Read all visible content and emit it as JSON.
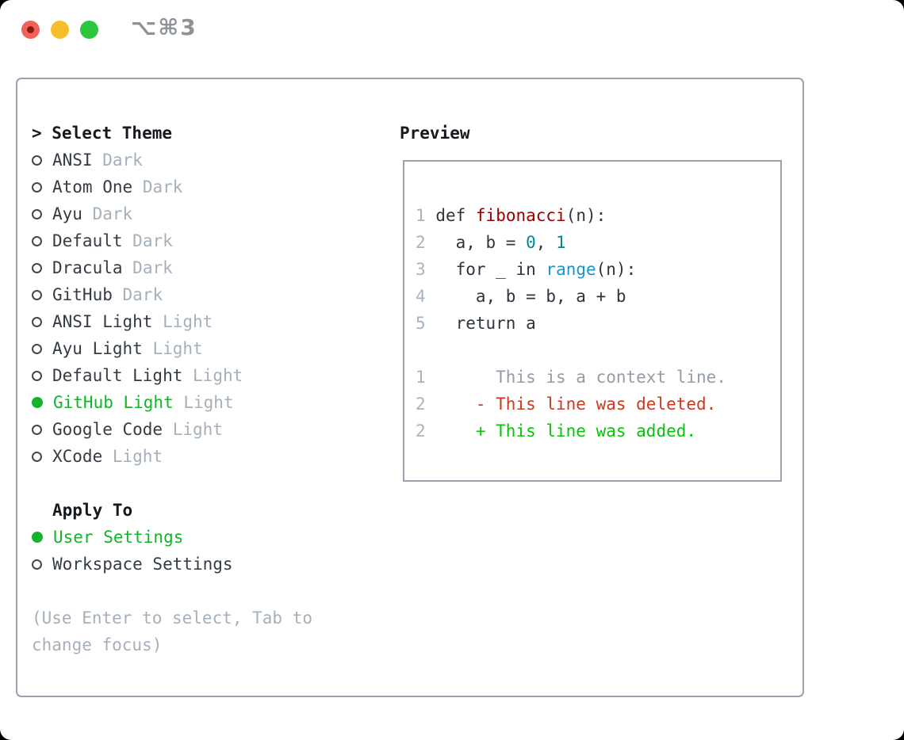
{
  "window": {
    "title_shortcut": "⌥⌘3",
    "traffic_lights": [
      "close",
      "minimize",
      "zoom"
    ]
  },
  "theme_panel": {
    "header": {
      "prompt": ">",
      "label": "Select Theme",
      "prompt_and_label": "> Select Theme"
    },
    "themes": [
      {
        "name": "ANSI",
        "tag": "Dark",
        "selected": false
      },
      {
        "name": "Atom One",
        "tag": "Dark",
        "selected": false
      },
      {
        "name": "Ayu",
        "tag": "Dark",
        "selected": false
      },
      {
        "name": "Default",
        "tag": "Dark",
        "selected": false
      },
      {
        "name": "Dracula",
        "tag": "Dark",
        "selected": false
      },
      {
        "name": "GitHub",
        "tag": "Dark",
        "selected": false
      },
      {
        "name": "ANSI Light",
        "tag": "Light",
        "selected": false
      },
      {
        "name": "Ayu Light",
        "tag": "Light",
        "selected": false
      },
      {
        "name": "Default Light",
        "tag": "Light",
        "selected": false
      },
      {
        "name": "GitHub Light",
        "tag": "Light",
        "selected": true
      },
      {
        "name": "Google Code",
        "tag": "Light",
        "selected": false
      },
      {
        "name": "XCode",
        "tag": "Light",
        "selected": false
      }
    ],
    "apply_to": {
      "label": "Apply To",
      "options": [
        {
          "label": "User Settings",
          "selected": true
        },
        {
          "label": "Workspace Settings",
          "selected": false
        }
      ]
    },
    "hint": "(Use Enter to select, Tab to change focus)"
  },
  "preview": {
    "label": "Preview",
    "code_lines": [
      {
        "num": "1",
        "segments": [
          {
            "t": " ",
            "c": "plain"
          },
          {
            "t": "def",
            "c": "keyword"
          },
          {
            "t": " ",
            "c": "plain"
          },
          {
            "t": "fibonacci",
            "c": "function"
          },
          {
            "t": "(n):",
            "c": "plain"
          }
        ]
      },
      {
        "num": "2",
        "segments": [
          {
            "t": "   a, b = ",
            "c": "plain"
          },
          {
            "t": "0",
            "c": "number"
          },
          {
            "t": ", ",
            "c": "plain"
          },
          {
            "t": "1",
            "c": "number"
          }
        ]
      },
      {
        "num": "3",
        "segments": [
          {
            "t": "   ",
            "c": "plain"
          },
          {
            "t": "for",
            "c": "keyword"
          },
          {
            "t": " _ ",
            "c": "plain"
          },
          {
            "t": "in",
            "c": "keyword"
          },
          {
            "t": " ",
            "c": "plain"
          },
          {
            "t": "range",
            "c": "builtin"
          },
          {
            "t": "(n):",
            "c": "plain"
          }
        ]
      },
      {
        "num": "4",
        "segments": [
          {
            "t": "     a, b = b, a + b",
            "c": "plain"
          }
        ]
      },
      {
        "num": "5",
        "segments": [
          {
            "t": "   ",
            "c": "plain"
          },
          {
            "t": "return",
            "c": "keyword"
          },
          {
            "t": " a",
            "c": "plain"
          }
        ]
      }
    ],
    "diff_lines": [
      {
        "num": "1",
        "text": "       This is a context line.",
        "kind": "context"
      },
      {
        "num": "2",
        "text": "     - This line was deleted.",
        "kind": "deleted"
      },
      {
        "num": "2",
        "text": "     + This line was added.",
        "kind": "added"
      }
    ]
  },
  "colors": {
    "window_bg": "#ffffff",
    "outside_bg": "#000000",
    "border_gray": "#99a2ad",
    "heading_black": "#15181c",
    "text_dark": "#343b43",
    "tag_gray": "#a6b0bb",
    "hint_gray": "#a6b0bb",
    "context_gray": "#949da7",
    "line_number_gray": "#a9b3bd",
    "code_text": "#2e353c",
    "accent_green": "#14b32b",
    "added_green": "#0cc00c",
    "deleted_red": "#c93a22",
    "func_red": "#990000",
    "number_teal": "#008a8a",
    "builtin_blue": "#1b95c5",
    "titlebar_gray": "#8d9399",
    "traffic_red": "#f2615a",
    "traffic_red_dot": "#8c1a10",
    "traffic_yellow": "#f8bd2d",
    "traffic_green": "#2ec63f"
  }
}
